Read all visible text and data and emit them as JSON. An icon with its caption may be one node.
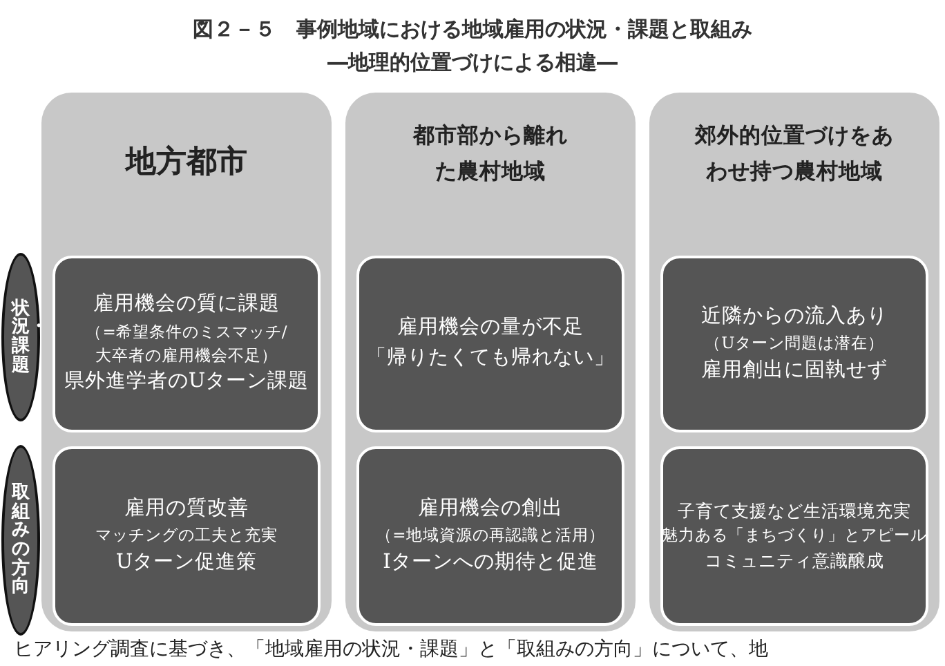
{
  "diagram": {
    "title": "図２－５　事例地域における地域雇用の状況・課題と取組み",
    "caption": "―地理的位置づけによる相違―",
    "nodes": [
      {
        "text": [
          "状況・課題"
        ]
      },
      {
        "text": [
          "取組みの方向"
        ]
      },
      {
        "text": [
          "地方都市"
        ]
      },
      {
        "text": [
          "雇用機会の質に課題",
          "（=希望条件のミスマッチ/大卒者の雇用機会不足）",
          "県外進学者のUターン課題"
        ],
        "in": 2
      },
      {
        "text": [
          "雇用の質改善",
          "マッチングの工夫と充実",
          "Uターン促進策"
        ],
        "in": 2
      },
      {
        "text": [
          "都市部から離れた農村地域"
        ]
      },
      {
        "text": [
          "雇用機会の量が不足",
          "「帰りたくても帰れない」"
        ],
        "in": 5
      },
      {
        "text": [
          "雇用機会の創出",
          "（=地域資源の再認識と活用）",
          "Iターンへの期待と促進"
        ],
        "in": 5
      },
      {
        "text": [
          "郊外的位置づけをあわせ持つ農村地域"
        ]
      },
      {
        "text": [
          "近隣からの流入あり",
          "（Uターン問題は潜在）",
          "雇用創出に固執せず"
        ],
        "in": 8
      },
      {
        "text": [
          "子育て支援など生活環境充実",
          "魅力ある「まちづくり」とアピール",
          "コミュニティ意識醸成"
        ],
        "in": 8
      }
    ],
    "labels": [
      "ヒアリング調査に基づき、「地域雇用の状況・課題」と「取組みの方向」について、地"
    ]
  }
}
